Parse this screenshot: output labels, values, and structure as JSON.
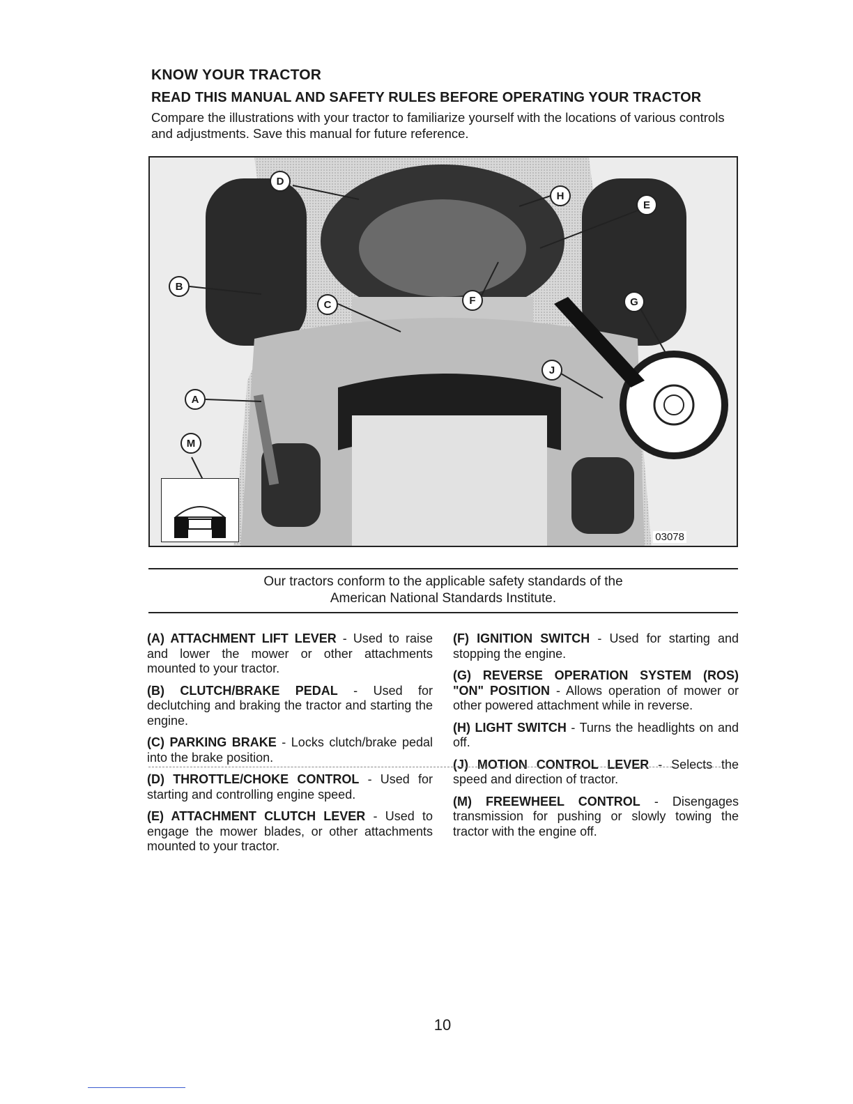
{
  "header": {
    "title": "KNOW YOUR TRACTOR",
    "subtitle": "READ THIS MANUAL AND SAFETY RULES BEFORE OPERATING YOUR TRACTOR",
    "intro": "Compare the illustrations with your tractor to familiarize yourself with the locations of various controls and adjustments. Save this manual for future reference."
  },
  "figure": {
    "code": "03078",
    "callouts": [
      "A",
      "B",
      "C",
      "D",
      "E",
      "F",
      "G",
      "H",
      "J",
      "M"
    ]
  },
  "standards_note": {
    "line1": "Our tractors conform to the applicable safety standards of the",
    "line2": "American National Standards Institute."
  },
  "items": [
    {
      "label": "(A) ATTACHMENT LIFT LEVER",
      "text": " - Used to raise and lower the mower or other attachments mounted to your tractor."
    },
    {
      "label": "(B) CLUTCH/BRAKE PEDAL",
      "text": " - Used for declutching and braking the tractor and starting the engine."
    },
    {
      "label": "(C) PARKING BRAKE",
      "text": " - Locks clutch/brake pedal into the brake position."
    },
    {
      "label": "(D) THROTTLE/CHOKE CONTROL",
      "text": " - Used for starting and controlling engine speed."
    },
    {
      "label": "(E) ATTACHMENT CLUTCH LEVER",
      "text": " - Used to engage the mower blades, or other attachments mounted to your tractor."
    },
    {
      "label": "(F) IGNITION SWITCH",
      "text": " - Used for starting and stopping the engine."
    },
    {
      "label": "(G) REVERSE OPERATION SYSTEM (ROS) \"ON\" POSITION",
      "text": " - Allows operation of mower or other powered attachment while in reverse."
    },
    {
      "label": "(H) LIGHT SWITCH",
      "text": " - Turns the headlights on and off."
    },
    {
      "label": "(J) MOTION CONTROL LEVER",
      "text": " - Selects the speed and direction of tractor."
    },
    {
      "label": "(M) FREEWHEEL CONTROL",
      "text": " - Disengages transmission for pushing or slowly towing the tractor with the engine off."
    }
  ],
  "page_number": "10"
}
